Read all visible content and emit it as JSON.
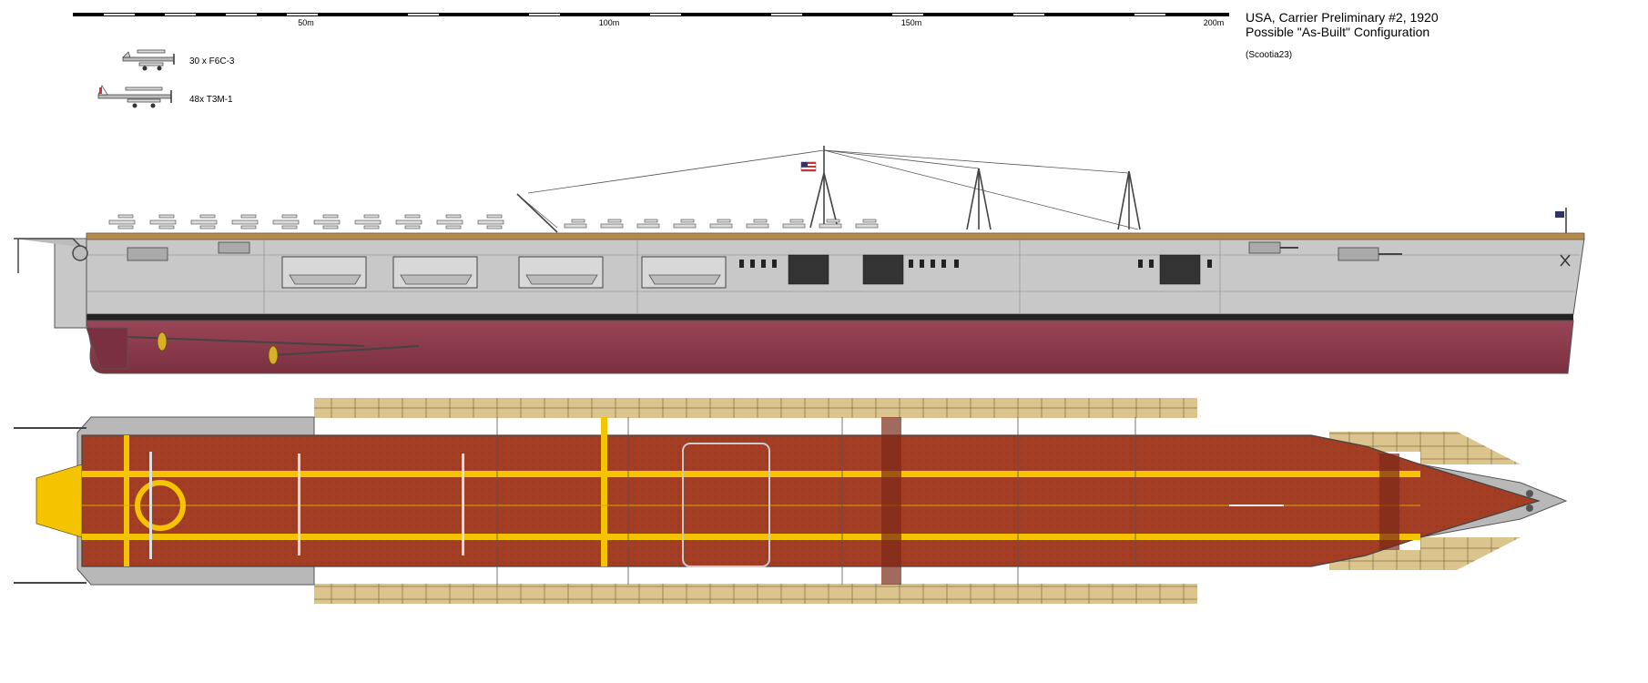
{
  "scale_bar": {
    "labels": [
      "50m",
      "100m",
      "150m",
      "200m"
    ]
  },
  "title": {
    "line1": "USA, Carrier Preliminary #2, 1920",
    "line2": "Possible \"As-Built\" Configuration",
    "credit": "(Scootia23)"
  },
  "air_group": [
    {
      "label": "30 x F6C-3",
      "icon": "biplane-fighter-icon"
    },
    {
      "label": "48x T3M-1",
      "icon": "biplane-torpedo-bomber-icon"
    }
  ],
  "colors": {
    "hull_side": "#c8c8c8",
    "hull_below_waterline": "#8a3c4a",
    "boot_topping": "#222222",
    "flight_deck": "#a33d24",
    "deck_stripes": "#f5c400",
    "wood_planking": "#d8c08c",
    "fittings": "#9a9a9a"
  }
}
